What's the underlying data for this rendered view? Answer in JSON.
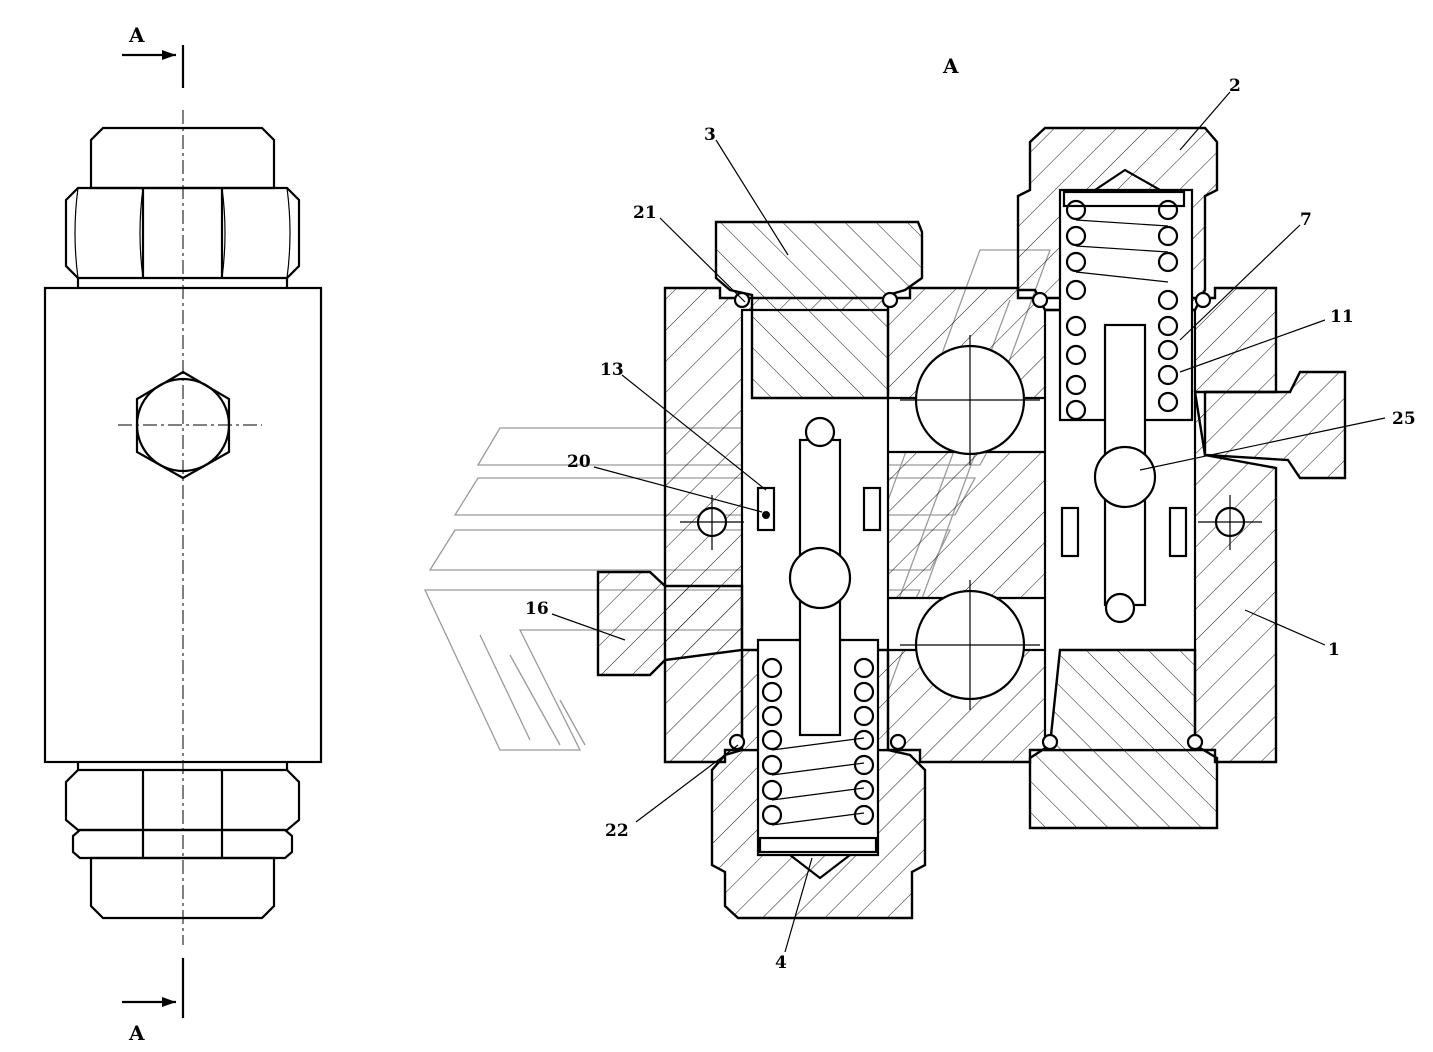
{
  "section_marks": {
    "top_left": "A",
    "bottom_left": "A",
    "section_title": "A"
  },
  "callouts": [
    {
      "id": "c2",
      "text": "2"
    },
    {
      "id": "c3",
      "text": "3"
    },
    {
      "id": "c21",
      "text": "21"
    },
    {
      "id": "c7",
      "text": "7"
    },
    {
      "id": "c11",
      "text": "11"
    },
    {
      "id": "c13",
      "text": "13"
    },
    {
      "id": "c25",
      "text": "25"
    },
    {
      "id": "c20",
      "text": "20"
    },
    {
      "id": "c16",
      "text": "16"
    },
    {
      "id": "c1",
      "text": "1"
    },
    {
      "id": "c22",
      "text": "22"
    },
    {
      "id": "c4",
      "text": "4"
    }
  ]
}
